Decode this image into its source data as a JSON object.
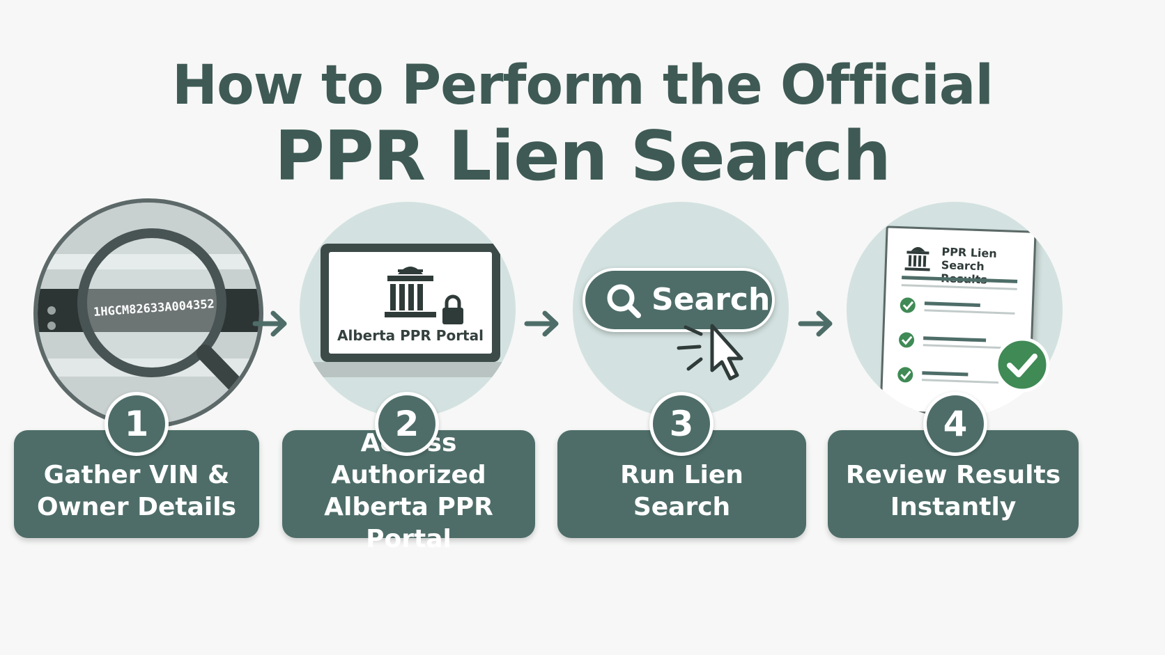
{
  "title": {
    "line1": "How to Perform the Official",
    "line2": "PPR Lien Search"
  },
  "steps": [
    {
      "number": "1",
      "label": "Gather VIN &\nOwner Details",
      "illustration": {
        "vin_text": "1HGCM82633A004352",
        "icon": "magnifying-glass-vin-plate"
      }
    },
    {
      "number": "2",
      "label": "Access Authorized\nAlberta PPR Portal",
      "illustration": {
        "screen_text": "Alberta PPR Portal",
        "icon": "laptop-government-building-lock"
      }
    },
    {
      "number": "3",
      "label": "Run Lien Search",
      "illustration": {
        "button_text": "Search",
        "icon": "search-button-cursor"
      }
    },
    {
      "number": "4",
      "label": "Review Results\nInstantly",
      "illustration": {
        "doc_title": "PPR Lien Search\nResults",
        "icon": "results-document-checkmarks"
      }
    }
  ],
  "colors": {
    "primary": "#4e6d68",
    "title": "#3f5a55",
    "circle_bg": "#d3e2e0",
    "check_green": "#3f8a55"
  }
}
